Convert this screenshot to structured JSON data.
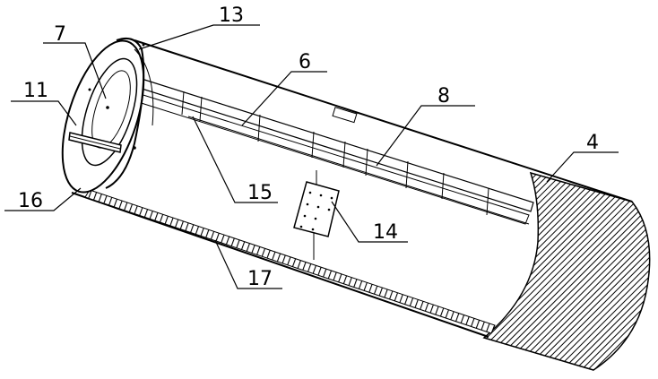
{
  "diagram": {
    "labels": {
      "l13": "13",
      "l7": "7",
      "l6": "6",
      "l11": "11",
      "l8": "8",
      "l4": "4",
      "l15": "15",
      "l16": "16",
      "l14": "14",
      "l17": "17"
    }
  }
}
